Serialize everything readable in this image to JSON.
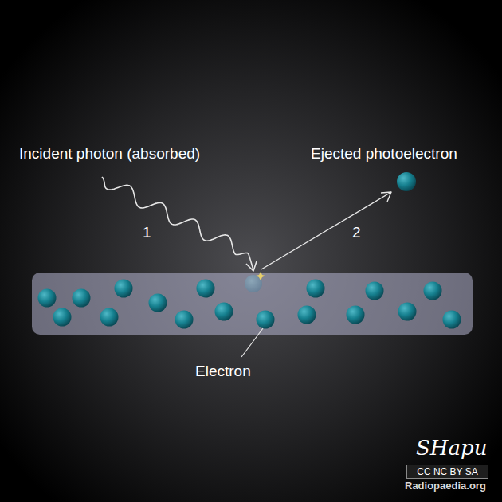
{
  "diagram": {
    "nodes": [
      {
        "text": [
          "CC NC BY SA"
        ]
      }
    ],
    "labels": [
      "Incident photon (absorbed)",
      "1",
      "Ejected photoelectron",
      "2",
      "Electron",
      "SHapu",
      "Radiopaedia.org"
    ]
  }
}
